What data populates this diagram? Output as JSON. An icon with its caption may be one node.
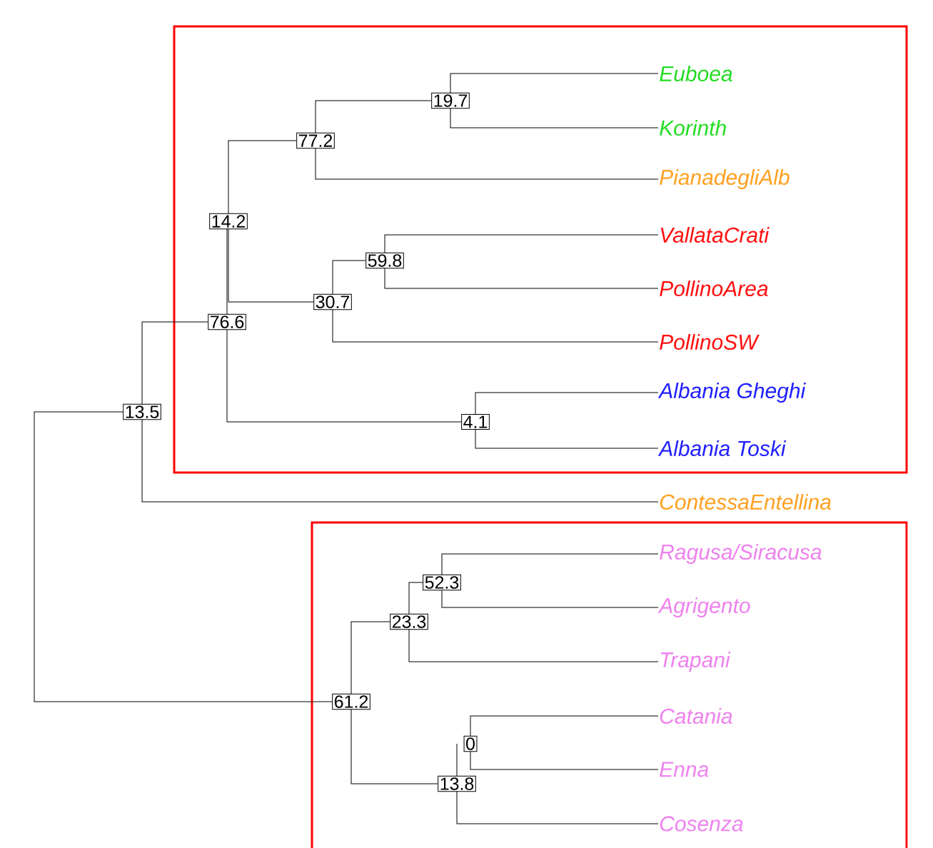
{
  "diagram": {
    "nodes": [
      {
        "text": [],
        "shape": "box"
      },
      {
        "text": [
          "Euboea"
        ],
        "in": 0
      },
      {
        "text": [
          "19.7"
        ],
        "in": 0
      },
      {
        "text": [
          "Korinth"
        ],
        "in": 0
      },
      {
        "text": [
          "77.2"
        ],
        "in": 0
      },
      {
        "text": [
          "PianadegliAlb"
        ],
        "in": 0
      },
      {
        "text": [
          "14.2"
        ],
        "in": 0
      },
      {
        "text": [
          "VallataCrati"
        ],
        "in": 0
      },
      {
        "text": [
          "59.8"
        ],
        "in": 0
      },
      {
        "text": [
          "PollinoArea"
        ],
        "in": 0
      },
      {
        "text": [
          "30.7"
        ],
        "in": 0
      },
      {
        "text": [
          "76.6"
        ],
        "in": 0
      },
      {
        "text": [
          "PollinoSW"
        ],
        "in": 0
      },
      {
        "text": [
          "Albania Gheghi"
        ],
        "in": 0
      },
      {
        "text": [
          "4.1"
        ],
        "in": 0
      },
      {
        "text": [
          "Albania Toski"
        ],
        "in": 0
      },
      {
        "text": [
          "13.5"
        ]
      },
      {
        "text": [
          "ContessaEntellina"
        ]
      },
      {
        "text": [],
        "shape": "box"
      },
      {
        "text": [
          "Ragusa/Siracusa"
        ],
        "in": 18
      },
      {
        "text": [
          "52.3"
        ],
        "in": 18
      },
      {
        "text": [
          "Agrigento"
        ],
        "in": 18
      },
      {
        "text": [
          "23.3"
        ],
        "in": 18
      },
      {
        "text": [
          "Trapani"
        ],
        "in": 18
      },
      {
        "text": [
          "61.2"
        ],
        "in": 18
      },
      {
        "text": [
          "Catania"
        ],
        "in": 18
      },
      {
        "text": [
          "0"
        ],
        "in": 18
      },
      {
        "text": [
          "Enna"
        ],
        "in": 18
      },
      {
        "text": [
          "13.8"
        ],
        "in": 18
      },
      {
        "text": [
          "Cosenza"
        ],
        "in": 18
      }
    ],
    "edges": [
      {
        "from": 2,
        "to": 1,
        "arrow": "none"
      },
      {
        "from": 2,
        "to": 3,
        "arrow": "none"
      },
      {
        "from": 4,
        "to": 2,
        "arrow": "none"
      },
      {
        "from": 4,
        "to": 5,
        "arrow": "none"
      },
      {
        "from": 6,
        "to": 4,
        "arrow": "none"
      },
      {
        "from": 6,
        "to": 10,
        "arrow": "none"
      },
      {
        "from": 8,
        "to": 7,
        "arrow": "none"
      },
      {
        "from": 8,
        "to": 9,
        "arrow": "none"
      },
      {
        "from": 10,
        "to": 8,
        "arrow": "none"
      },
      {
        "from": 10,
        "to": 12,
        "arrow": "none"
      },
      {
        "from": 11,
        "to": 6,
        "arrow": "none"
      },
      {
        "from": 11,
        "to": 14,
        "arrow": "none"
      },
      {
        "from": 14,
        "to": 13,
        "arrow": "none"
      },
      {
        "from": 14,
        "to": 15,
        "arrow": "none"
      },
      {
        "from": 16,
        "to": 11,
        "arrow": "none"
      },
      {
        "from": 16,
        "to": 17,
        "arrow": "none"
      },
      {
        "from": 16,
        "to": 24,
        "arrow": "none"
      },
      {
        "from": 20,
        "to": 19,
        "arrow": "none"
      },
      {
        "from": 20,
        "to": 21,
        "arrow": "none"
      },
      {
        "from": 22,
        "to": 20,
        "arrow": "none"
      },
      {
        "from": 22,
        "to": 23,
        "arrow": "none"
      },
      {
        "from": 24,
        "to": 22,
        "arrow": "none"
      },
      {
        "from": 24,
        "to": 28,
        "arrow": "none"
      },
      {
        "from": 26,
        "to": 25,
        "arrow": "none"
      },
      {
        "from": 26,
        "to": 27,
        "arrow": "none"
      },
      {
        "from": 28,
        "to": 26,
        "arrow": "none"
      },
      {
        "from": 28,
        "to": 29,
        "arrow": "none"
      }
    ]
  }
}
